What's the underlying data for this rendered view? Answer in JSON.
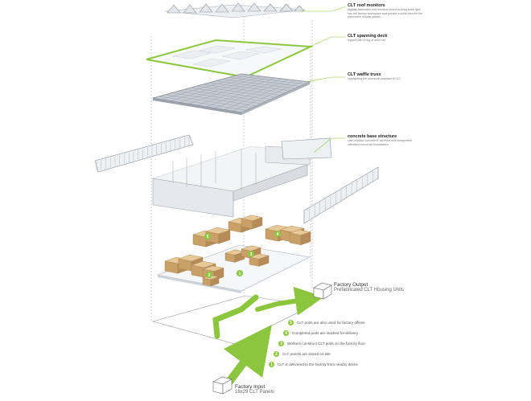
{
  "layers": [
    {
      "title": "CLT roof monitors",
      "desc": "digitally fabricated roof monitors tuned to bring north light into the factory workspace and provide a south face for the placement of solar panels"
    },
    {
      "title": "CLT spanning deck",
      "desc": "topped with a ring of steel rail"
    },
    {
      "title": "CLT waffle truss",
      "desc": "highlighting the structural potential of CLT"
    },
    {
      "title": "concrete base structure",
      "desc": "cast-in-place concrete 8' tall flood wall designed to withstand tomorrow floodwaters"
    }
  ],
  "output": {
    "title": "Factory Output",
    "subtitle": "Prefabricated CLT Housing Units"
  },
  "input": {
    "title": "Factory Input",
    "subtitle": "18x29 CLT Panels"
  },
  "steps": [
    {
      "num": "5",
      "text": "CLT pods are also used for factory offices"
    },
    {
      "num": "4",
      "text": "Completed pods are stacked for delivery"
    },
    {
      "num": "3",
      "text": "Workers construct CLT pods on the factory floor"
    },
    {
      "num": "2",
      "text": "CLT panels are stored on site"
    },
    {
      "num": "1",
      "text": "CLT is delivered to the factory from nearby docks"
    }
  ],
  "floor_markers": [
    "5",
    "4",
    "3",
    "2",
    "1"
  ],
  "colors": {
    "accent": "#8cc63f",
    "structure": "#d6dbe2",
    "line": "#9aa0a8",
    "timber": "#c9a068"
  }
}
